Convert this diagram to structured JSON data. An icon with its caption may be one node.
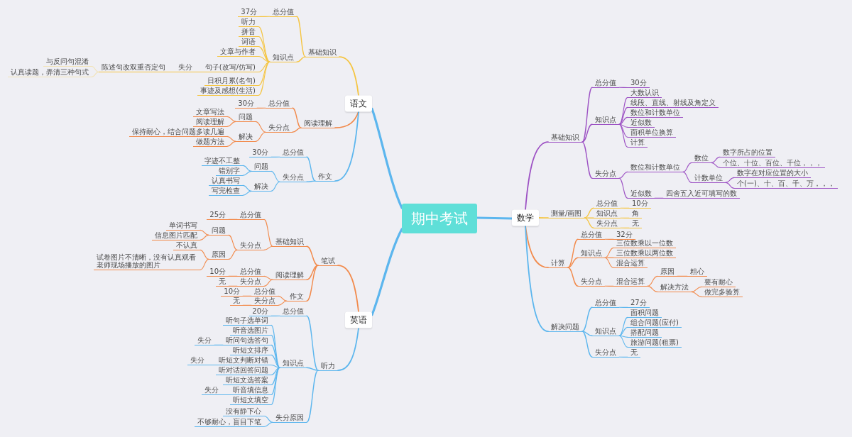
{
  "diagram": {
    "nodes": [
      {
        "text": [
          "期中考试"
        ]
      },
      {
        "text": [
          "语文"
        ]
      },
      {
        "text": [
          "基础知识"
        ]
      },
      {
        "text": [
          "总分值"
        ]
      },
      {
        "text": [
          "37分"
        ]
      },
      {
        "text": [
          "知识点"
        ]
      },
      {
        "text": [
          "听力"
        ]
      },
      {
        "text": [
          "拼音"
        ]
      },
      {
        "text": [
          "词语"
        ]
      },
      {
        "text": [
          "文章与作者"
        ]
      },
      {
        "text": [
          "句子(改写/仿写)"
        ]
      },
      {
        "text": [
          "失分"
        ]
      },
      {
        "text": [
          "陈述句改双重否定句"
        ]
      },
      {
        "text": [
          "与反问句混淆"
        ]
      },
      {
        "text": [
          "认真读题，弄清三种句式"
        ]
      },
      {
        "text": [
          "日积月累(名句)"
        ]
      },
      {
        "text": [
          "事迹及感想(生活)"
        ]
      },
      {
        "text": [
          "阅读理解"
        ]
      },
      {
        "text": [
          "总分值"
        ]
      },
      {
        "text": [
          "30分"
        ]
      },
      {
        "text": [
          "失分点"
        ]
      },
      {
        "text": [
          "问题"
        ]
      },
      {
        "text": [
          "文章写法"
        ]
      },
      {
        "text": [
          "阅读理解"
        ]
      },
      {
        "text": [
          "解决"
        ]
      },
      {
        "text": [
          "保持耐心，结合问题多读几遍"
        ]
      },
      {
        "text": [
          "做题方法"
        ]
      },
      {
        "text": [
          "作文"
        ]
      },
      {
        "text": [
          "总分值"
        ]
      },
      {
        "text": [
          "30分"
        ]
      },
      {
        "text": [
          "失分点"
        ]
      },
      {
        "text": [
          "问题"
        ]
      },
      {
        "text": [
          "字迹不工整"
        ]
      },
      {
        "text": [
          "错别字"
        ]
      },
      {
        "text": [
          "解决"
        ]
      },
      {
        "text": [
          "认真书写"
        ]
      },
      {
        "text": [
          "写完检查"
        ]
      },
      {
        "text": [
          "英语"
        ]
      },
      {
        "text": [
          "笔试"
        ]
      },
      {
        "text": [
          "基础知识"
        ]
      },
      {
        "text": [
          "总分值"
        ]
      },
      {
        "text": [
          "25分"
        ]
      },
      {
        "text": [
          "失分点"
        ]
      },
      {
        "text": [
          "问题"
        ]
      },
      {
        "text": [
          "单词书写"
        ]
      },
      {
        "text": [
          "信息图片匹配"
        ]
      },
      {
        "text": [
          "原因"
        ]
      },
      {
        "text": [
          "不认真"
        ]
      },
      {
        "text": [
          "试卷图片不清晰，没有认真观看老师现场播放的图片"
        ]
      },
      {
        "text": [
          "阅读理解"
        ]
      },
      {
        "text": [
          "总分值"
        ]
      },
      {
        "text": [
          "10分"
        ]
      },
      {
        "text": [
          "失分点"
        ]
      },
      {
        "text": [
          "无"
        ]
      },
      {
        "text": [
          "作文"
        ]
      },
      {
        "text": [
          "总分值"
        ]
      },
      {
        "text": [
          "10分"
        ]
      },
      {
        "text": [
          "失分点"
        ]
      },
      {
        "text": [
          "无"
        ]
      },
      {
        "text": [
          "听力"
        ]
      },
      {
        "text": [
          "总分值"
        ]
      },
      {
        "text": [
          "20分"
        ]
      },
      {
        "text": [
          "知识点"
        ]
      },
      {
        "text": [
          "听句子选单词"
        ]
      },
      {
        "text": [
          "听音选图片"
        ]
      },
      {
        "text": [
          "听问句选答句"
        ]
      },
      {
        "text": [
          "失分"
        ]
      },
      {
        "text": [
          "听短文排序"
        ]
      },
      {
        "text": [
          "听短文判断对错"
        ]
      },
      {
        "text": [
          "失分"
        ]
      },
      {
        "text": [
          "听对话回答问题"
        ]
      },
      {
        "text": [
          "听短文选答案"
        ]
      },
      {
        "text": [
          "听音填信息"
        ]
      },
      {
        "text": [
          "失分"
        ]
      },
      {
        "text": [
          "听短文填空"
        ]
      },
      {
        "text": [
          "失分原因"
        ]
      },
      {
        "text": [
          "没有静下心"
        ]
      },
      {
        "text": [
          "不够耐心，盲目下笔"
        ]
      },
      {
        "text": [
          "数学"
        ]
      },
      {
        "text": [
          "基础知识"
        ]
      },
      {
        "text": [
          "总分值"
        ]
      },
      {
        "text": [
          "30分"
        ]
      },
      {
        "text": [
          "知识点"
        ]
      },
      {
        "text": [
          "大数认识"
        ]
      },
      {
        "text": [
          "线段、直线、射线及角定义"
        ]
      },
      {
        "text": [
          "数位和计数单位"
        ]
      },
      {
        "text": [
          "近似数"
        ]
      },
      {
        "text": [
          "面积单位换算"
        ]
      },
      {
        "text": [
          "计算"
        ]
      },
      {
        "text": [
          "失分点"
        ]
      },
      {
        "text": [
          "数位和计数单位"
        ]
      },
      {
        "text": [
          "数位"
        ]
      },
      {
        "text": [
          "数字所占的位置"
        ]
      },
      {
        "text": [
          "个位、十位、百位、千位，，，"
        ]
      },
      {
        "text": [
          "计数单位"
        ]
      },
      {
        "text": [
          "数字在对应位置的大小"
        ]
      },
      {
        "text": [
          "个(一)、十、百、千、万，，，"
        ]
      },
      {
        "text": [
          "近似数"
        ]
      },
      {
        "text": [
          "四舍五入近可填写的数"
        ]
      },
      {
        "text": [
          "测量/画图"
        ]
      },
      {
        "text": [
          "总分值"
        ]
      },
      {
        "text": [
          "10分"
        ]
      },
      {
        "text": [
          "知识点"
        ]
      },
      {
        "text": [
          "角"
        ]
      },
      {
        "text": [
          "失分点"
        ]
      },
      {
        "text": [
          "无"
        ]
      },
      {
        "text": [
          "计算"
        ]
      },
      {
        "text": [
          "总分值"
        ]
      },
      {
        "text": [
          "32分"
        ]
      },
      {
        "text": [
          "知识点"
        ]
      },
      {
        "text": [
          "三位数乘以一位数"
        ]
      },
      {
        "text": [
          "三位数乘以两位数"
        ]
      },
      {
        "text": [
          "混合运算"
        ]
      },
      {
        "text": [
          "失分点"
        ]
      },
      {
        "text": [
          "混合运算"
        ]
      },
      {
        "text": [
          "原因"
        ]
      },
      {
        "text": [
          "粗心"
        ]
      },
      {
        "text": [
          "解决方法"
        ]
      },
      {
        "text": [
          "要有耐心"
        ]
      },
      {
        "text": [
          "做完多验算"
        ]
      },
      {
        "text": [
          "解决问题"
        ]
      },
      {
        "text": [
          "总分值"
        ]
      },
      {
        "text": [
          "27分"
        ]
      },
      {
        "text": [
          "知识点"
        ]
      },
      {
        "text": [
          "面积问题"
        ]
      },
      {
        "text": [
          "组合问题(应付)"
        ]
      },
      {
        "text": [
          "搭配问题"
        ]
      },
      {
        "text": [
          "旅游问题(租票)"
        ]
      },
      {
        "text": [
          "失分点"
        ]
      },
      {
        "text": [
          "无"
        ]
      }
    ],
    "edges": [
      {
        "from": 0,
        "to": 1,
        "arrow": "none",
        "style": "thick",
        "color": "#5cb6ee"
      },
      {
        "from": 1,
        "to": 2,
        "arrow": "none",
        "color": "#f5c542"
      },
      {
        "from": 2,
        "to": 3,
        "arrow": "none",
        "color": "#f5c542"
      },
      {
        "from": 3,
        "to": 4,
        "arrow": "none",
        "color": "#f5c542"
      },
      {
        "from": 2,
        "to": 5,
        "arrow": "none",
        "color": "#f5c542"
      },
      {
        "from": 5,
        "to": 6,
        "arrow": "none",
        "color": "#f5c542"
      },
      {
        "from": 5,
        "to": 7,
        "arrow": "none",
        "color": "#f5c542"
      },
      {
        "from": 5,
        "to": 8,
        "arrow": "none",
        "color": "#f5c542"
      },
      {
        "from": 5,
        "to": 9,
        "arrow": "none",
        "color": "#f5c542"
      },
      {
        "from": 5,
        "to": 10,
        "arrow": "none",
        "color": "#f5c542"
      },
      {
        "from": 10,
        "to": 11,
        "arrow": "none",
        "color": "#f5c542"
      },
      {
        "from": 11,
        "to": 12,
        "arrow": "none",
        "color": "#f5c542"
      },
      {
        "from": 12,
        "to": 13,
        "arrow": "none",
        "color": "#f2e2b4"
      },
      {
        "from": 12,
        "to": 14,
        "arrow": "none",
        "color": "#f2e2b4"
      },
      {
        "from": 5,
        "to": 15,
        "arrow": "none",
        "color": "#f5c542"
      },
      {
        "from": 5,
        "to": 16,
        "arrow": "none",
        "color": "#f5c542"
      },
      {
        "from": 1,
        "to": 17,
        "arrow": "none"
      },
      {
        "from": 17,
        "to": 18,
        "arrow": "none"
      },
      {
        "from": 18,
        "to": 19,
        "arrow": "none"
      },
      {
        "from": 17,
        "to": 20,
        "arrow": "none"
      },
      {
        "from": 20,
        "to": 21,
        "arrow": "none"
      },
      {
        "from": 21,
        "to": 22,
        "arrow": "none"
      },
      {
        "from": 21,
        "to": 23,
        "arrow": "none"
      },
      {
        "from": 20,
        "to": 24,
        "arrow": "none"
      },
      {
        "from": 24,
        "to": 25,
        "arrow": "none"
      },
      {
        "from": 24,
        "to": 26,
        "arrow": "none"
      },
      {
        "from": 1,
        "to": 27,
        "arrow": "none",
        "color": "#5cb6ee"
      },
      {
        "from": 27,
        "to": 28,
        "arrow": "none",
        "color": "#5cb6ee"
      },
      {
        "from": 28,
        "to": 29,
        "arrow": "none",
        "color": "#5cb6ee"
      },
      {
        "from": 27,
        "to": 30,
        "arrow": "none",
        "color": "#5cb6ee"
      },
      {
        "from": 30,
        "to": 31,
        "arrow": "none",
        "color": "#5cb6ee"
      },
      {
        "from": 31,
        "to": 32,
        "arrow": "none",
        "color": "#5cb6ee"
      },
      {
        "from": 31,
        "to": 33,
        "arrow": "none",
        "color": "#5cb6ee"
      },
      {
        "from": 30,
        "to": 34,
        "arrow": "none",
        "color": "#5cb6ee"
      },
      {
        "from": 34,
        "to": 35,
        "arrow": "none",
        "color": "#5cb6ee"
      },
      {
        "from": 34,
        "to": 36,
        "arrow": "none",
        "color": "#5cb6ee"
      },
      {
        "from": 0,
        "to": 37,
        "arrow": "none",
        "style": "thick",
        "color": "#5cb6ee"
      },
      {
        "from": 37,
        "to": 38,
        "arrow": "none"
      },
      {
        "from": 38,
        "to": 39,
        "arrow": "none"
      },
      {
        "from": 39,
        "to": 40,
        "arrow": "none"
      },
      {
        "from": 40,
        "to": 41,
        "arrow": "none"
      },
      {
        "from": 39,
        "to": 42,
        "arrow": "none"
      },
      {
        "from": 42,
        "to": 43,
        "arrow": "none"
      },
      {
        "from": 43,
        "to": 44,
        "arrow": "none"
      },
      {
        "from": 43,
        "to": 45,
        "arrow": "none"
      },
      {
        "from": 42,
        "to": 46,
        "arrow": "none"
      },
      {
        "from": 46,
        "to": 47,
        "arrow": "none"
      },
      {
        "from": 46,
        "to": 48,
        "arrow": "none"
      },
      {
        "from": 38,
        "to": 49,
        "arrow": "none"
      },
      {
        "from": 49,
        "to": 50,
        "arrow": "none"
      },
      {
        "from": 50,
        "to": 51,
        "arrow": "none"
      },
      {
        "from": 49,
        "to": 52,
        "arrow": "none"
      },
      {
        "from": 52,
        "to": 53,
        "arrow": "none"
      },
      {
        "from": 38,
        "to": 54,
        "arrow": "none"
      },
      {
        "from": 54,
        "to": 55,
        "arrow": "none"
      },
      {
        "from": 55,
        "to": 56,
        "arrow": "none"
      },
      {
        "from": 54,
        "to": 57,
        "arrow": "none"
      },
      {
        "from": 57,
        "to": 58,
        "arrow": "none"
      },
      {
        "from": 37,
        "to": 59,
        "arrow": "none",
        "color": "#5cb6ee"
      },
      {
        "from": 59,
        "to": 60,
        "arrow": "none",
        "color": "#5cb6ee"
      },
      {
        "from": 60,
        "to": 61,
        "arrow": "none",
        "color": "#5cb6ee"
      },
      {
        "from": 59,
        "to": 62,
        "arrow": "none",
        "color": "#5cb6ee"
      },
      {
        "from": 62,
        "to": 63,
        "arrow": "none",
        "color": "#5cb6ee"
      },
      {
        "from": 62,
        "to": 64,
        "arrow": "none",
        "color": "#5cb6ee"
      },
      {
        "from": 62,
        "to": 65,
        "arrow": "none",
        "color": "#5cb6ee"
      },
      {
        "from": 65,
        "to": 66,
        "arrow": "none",
        "color": "#5cb6ee"
      },
      {
        "from": 62,
        "to": 67,
        "arrow": "none",
        "color": "#5cb6ee"
      },
      {
        "from": 62,
        "to": 68,
        "arrow": "none",
        "color": "#5cb6ee"
      },
      {
        "from": 68,
        "to": 69,
        "arrow": "none",
        "color": "#5cb6ee"
      },
      {
        "from": 62,
        "to": 70,
        "arrow": "none",
        "color": "#5cb6ee"
      },
      {
        "from": 62,
        "to": 71,
        "arrow": "none",
        "color": "#5cb6ee"
      },
      {
        "from": 62,
        "to": 72,
        "arrow": "none",
        "color": "#5cb6ee"
      },
      {
        "from": 72,
        "to": 73,
        "arrow": "none",
        "color": "#5cb6ee"
      },
      {
        "from": 62,
        "to": 74,
        "arrow": "none",
        "color": "#5cb6ee"
      },
      {
        "from": 59,
        "to": 75,
        "arrow": "none",
        "color": "#5cb6ee"
      },
      {
        "from": 75,
        "to": 76,
        "arrow": "none",
        "color": "#5cb6ee"
      },
      {
        "from": 75,
        "to": 77,
        "arrow": "none",
        "color": "#5cb6ee"
      },
      {
        "from": 0,
        "to": 78,
        "arrow": "none",
        "style": "thick",
        "color": "#5cb6ee"
      },
      {
        "from": 78,
        "to": 79,
        "arrow": "none",
        "color": "#9d52c4"
      },
      {
        "from": 79,
        "to": 80,
        "arrow": "none",
        "color": "#9d52c4"
      },
      {
        "from": 80,
        "to": 81,
        "arrow": "none",
        "color": "#9d52c4"
      },
      {
        "from": 79,
        "to": 82,
        "arrow": "none",
        "color": "#9d52c4"
      },
      {
        "from": 82,
        "to": 83,
        "arrow": "none",
        "color": "#9d52c4"
      },
      {
        "from": 82,
        "to": 84,
        "arrow": "none",
        "color": "#9d52c4"
      },
      {
        "from": 82,
        "to": 85,
        "arrow": "none",
        "color": "#9d52c4"
      },
      {
        "from": 82,
        "to": 86,
        "arrow": "none",
        "color": "#9d52c4"
      },
      {
        "from": 82,
        "to": 87,
        "arrow": "none",
        "color": "#9d52c4"
      },
      {
        "from": 82,
        "to": 88,
        "arrow": "none",
        "color": "#9d52c4"
      },
      {
        "from": 79,
        "to": 89,
        "arrow": "none",
        "color": "#9d52c4"
      },
      {
        "from": 89,
        "to": 90,
        "arrow": "none",
        "color": "#9d52c4"
      },
      {
        "from": 90,
        "to": 91,
        "arrow": "none",
        "color": "#9d52c4"
      },
      {
        "from": 91,
        "to": 92,
        "arrow": "none",
        "color": "#9d52c4"
      },
      {
        "from": 91,
        "to": 93,
        "arrow": "none",
        "color": "#9d52c4"
      },
      {
        "from": 90,
        "to": 94,
        "arrow": "none",
        "color": "#9d52c4"
      },
      {
        "from": 94,
        "to": 95,
        "arrow": "none",
        "color": "#9d52c4"
      },
      {
        "from": 94,
        "to": 96,
        "arrow": "none",
        "color": "#9d52c4"
      },
      {
        "from": 89,
        "to": 97,
        "arrow": "none",
        "color": "#9d52c4"
      },
      {
        "from": 97,
        "to": 98,
        "arrow": "none",
        "color": "#9d52c4"
      },
      {
        "from": 78,
        "to": 99,
        "arrow": "none",
        "color": "#f5c542"
      },
      {
        "from": 99,
        "to": 100,
        "arrow": "none",
        "color": "#f5c542"
      },
      {
        "from": 100,
        "to": 101,
        "arrow": "none",
        "color": "#f5c542"
      },
      {
        "from": 99,
        "to": 102,
        "arrow": "none",
        "color": "#f5c542"
      },
      {
        "from": 102,
        "to": 103,
        "arrow": "none",
        "color": "#f5c542"
      },
      {
        "from": 99,
        "to": 104,
        "arrow": "none",
        "color": "#f5c542"
      },
      {
        "from": 104,
        "to": 105,
        "arrow": "none",
        "color": "#f5c542"
      },
      {
        "from": 78,
        "to": 106,
        "arrow": "none"
      },
      {
        "from": 106,
        "to": 107,
        "arrow": "none"
      },
      {
        "from": 107,
        "to": 108,
        "arrow": "none"
      },
      {
        "from": 106,
        "to": 109,
        "arrow": "none"
      },
      {
        "from": 109,
        "to": 110,
        "arrow": "none"
      },
      {
        "from": 109,
        "to": 111,
        "arrow": "none"
      },
      {
        "from": 109,
        "to": 112,
        "arrow": "none"
      },
      {
        "from": 106,
        "to": 113,
        "arrow": "none"
      },
      {
        "from": 113,
        "to": 114,
        "arrow": "none"
      },
      {
        "from": 114,
        "to": 115,
        "arrow": "none"
      },
      {
        "from": 115,
        "to": 116,
        "arrow": "none"
      },
      {
        "from": 114,
        "to": 117,
        "arrow": "none"
      },
      {
        "from": 117,
        "to": 118,
        "arrow": "none"
      },
      {
        "from": 117,
        "to": 119,
        "arrow": "none"
      },
      {
        "from": 78,
        "to": 120,
        "arrow": "none",
        "color": "#5cb6ee"
      },
      {
        "from": 120,
        "to": 121,
        "arrow": "none",
        "color": "#5cb6ee"
      },
      {
        "from": 121,
        "to": 122,
        "arrow": "none",
        "color": "#5cb6ee"
      },
      {
        "from": 120,
        "to": 123,
        "arrow": "none",
        "color": "#5cb6ee"
      },
      {
        "from": 123,
        "to": 124,
        "arrow": "none",
        "color": "#5cb6ee"
      },
      {
        "from": 123,
        "to": 125,
        "arrow": "none",
        "color": "#5cb6ee"
      },
      {
        "from": 123,
        "to": 126,
        "arrow": "none",
        "color": "#5cb6ee"
      },
      {
        "from": 123,
        "to": 127,
        "arrow": "none",
        "color": "#5cb6ee"
      },
      {
        "from": 120,
        "to": 128,
        "arrow": "none",
        "color": "#5cb6ee"
      },
      {
        "from": 128,
        "to": 129,
        "arrow": "none",
        "color": "#5cb6ee"
      }
    ]
  }
}
